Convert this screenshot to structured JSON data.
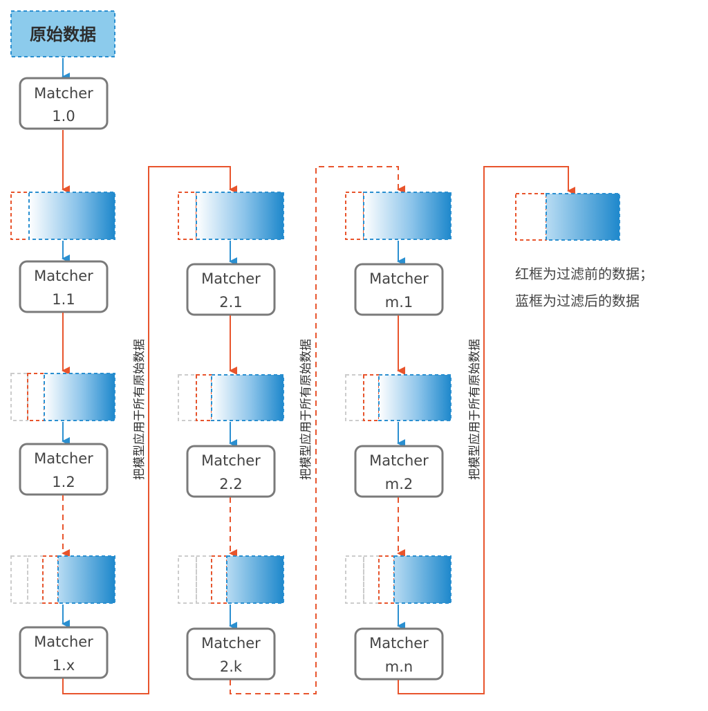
{
  "source": {
    "label": "原始数据"
  },
  "matchers": {
    "m10": {
      "line1": "Matcher",
      "line2": "1.0"
    },
    "m11": {
      "line1": "Matcher",
      "line2": "1.1"
    },
    "m12": {
      "line1": "Matcher",
      "line2": "1.2"
    },
    "m1x": {
      "line1": "Matcher",
      "line2": "1.x"
    },
    "m21": {
      "line1": "Matcher",
      "line2": "2.1"
    },
    "m22": {
      "line1": "Matcher",
      "line2": "2.2"
    },
    "m2k": {
      "line1": "Matcher",
      "line2": "2.k"
    },
    "mm1": {
      "line1": "Matcher",
      "line2": "m.1"
    },
    "mm2": {
      "line1": "Matcher",
      "line2": "m.2"
    },
    "mmn": {
      "line1": "Matcher",
      "line2": "m.n"
    }
  },
  "transition_label": "把模型应用于所有原始数据",
  "legend": {
    "line1": "红框为过滤前的数据；",
    "line2": "蓝框为过滤后的数据"
  },
  "colors": {
    "red": "#e8542c",
    "blue": "#2a8fd0",
    "gray_border": "#7a7a7a",
    "faded": "#cccccc",
    "source_fill": "#8ccbec",
    "text": "#444444"
  }
}
